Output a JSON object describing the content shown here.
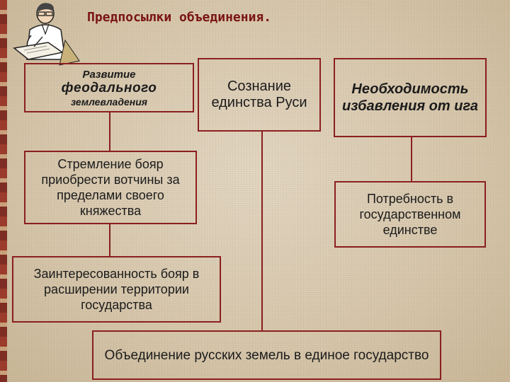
{
  "title": "Предпосылки объединения.",
  "boxes": {
    "feudal": {
      "line1": "Развитие",
      "line2": "феодального",
      "line3": "землевладения"
    },
    "unity": "Сознание единства Руси",
    "yoke": "Необходимость избавления от ига",
    "boyars": "Стремление бояр приобрести вотчины за пределами своего княжества",
    "need": "Потребность в государственном единстве",
    "interest": "Заинтересованность бояр в расширении территории государства",
    "union": "Объединение русских земель в единое государство"
  },
  "colors": {
    "border": "#8a1f1f",
    "title": "#7a1414",
    "background": "#d9cbb4"
  },
  "icons": [
    "teacher-writing-icon"
  ]
}
